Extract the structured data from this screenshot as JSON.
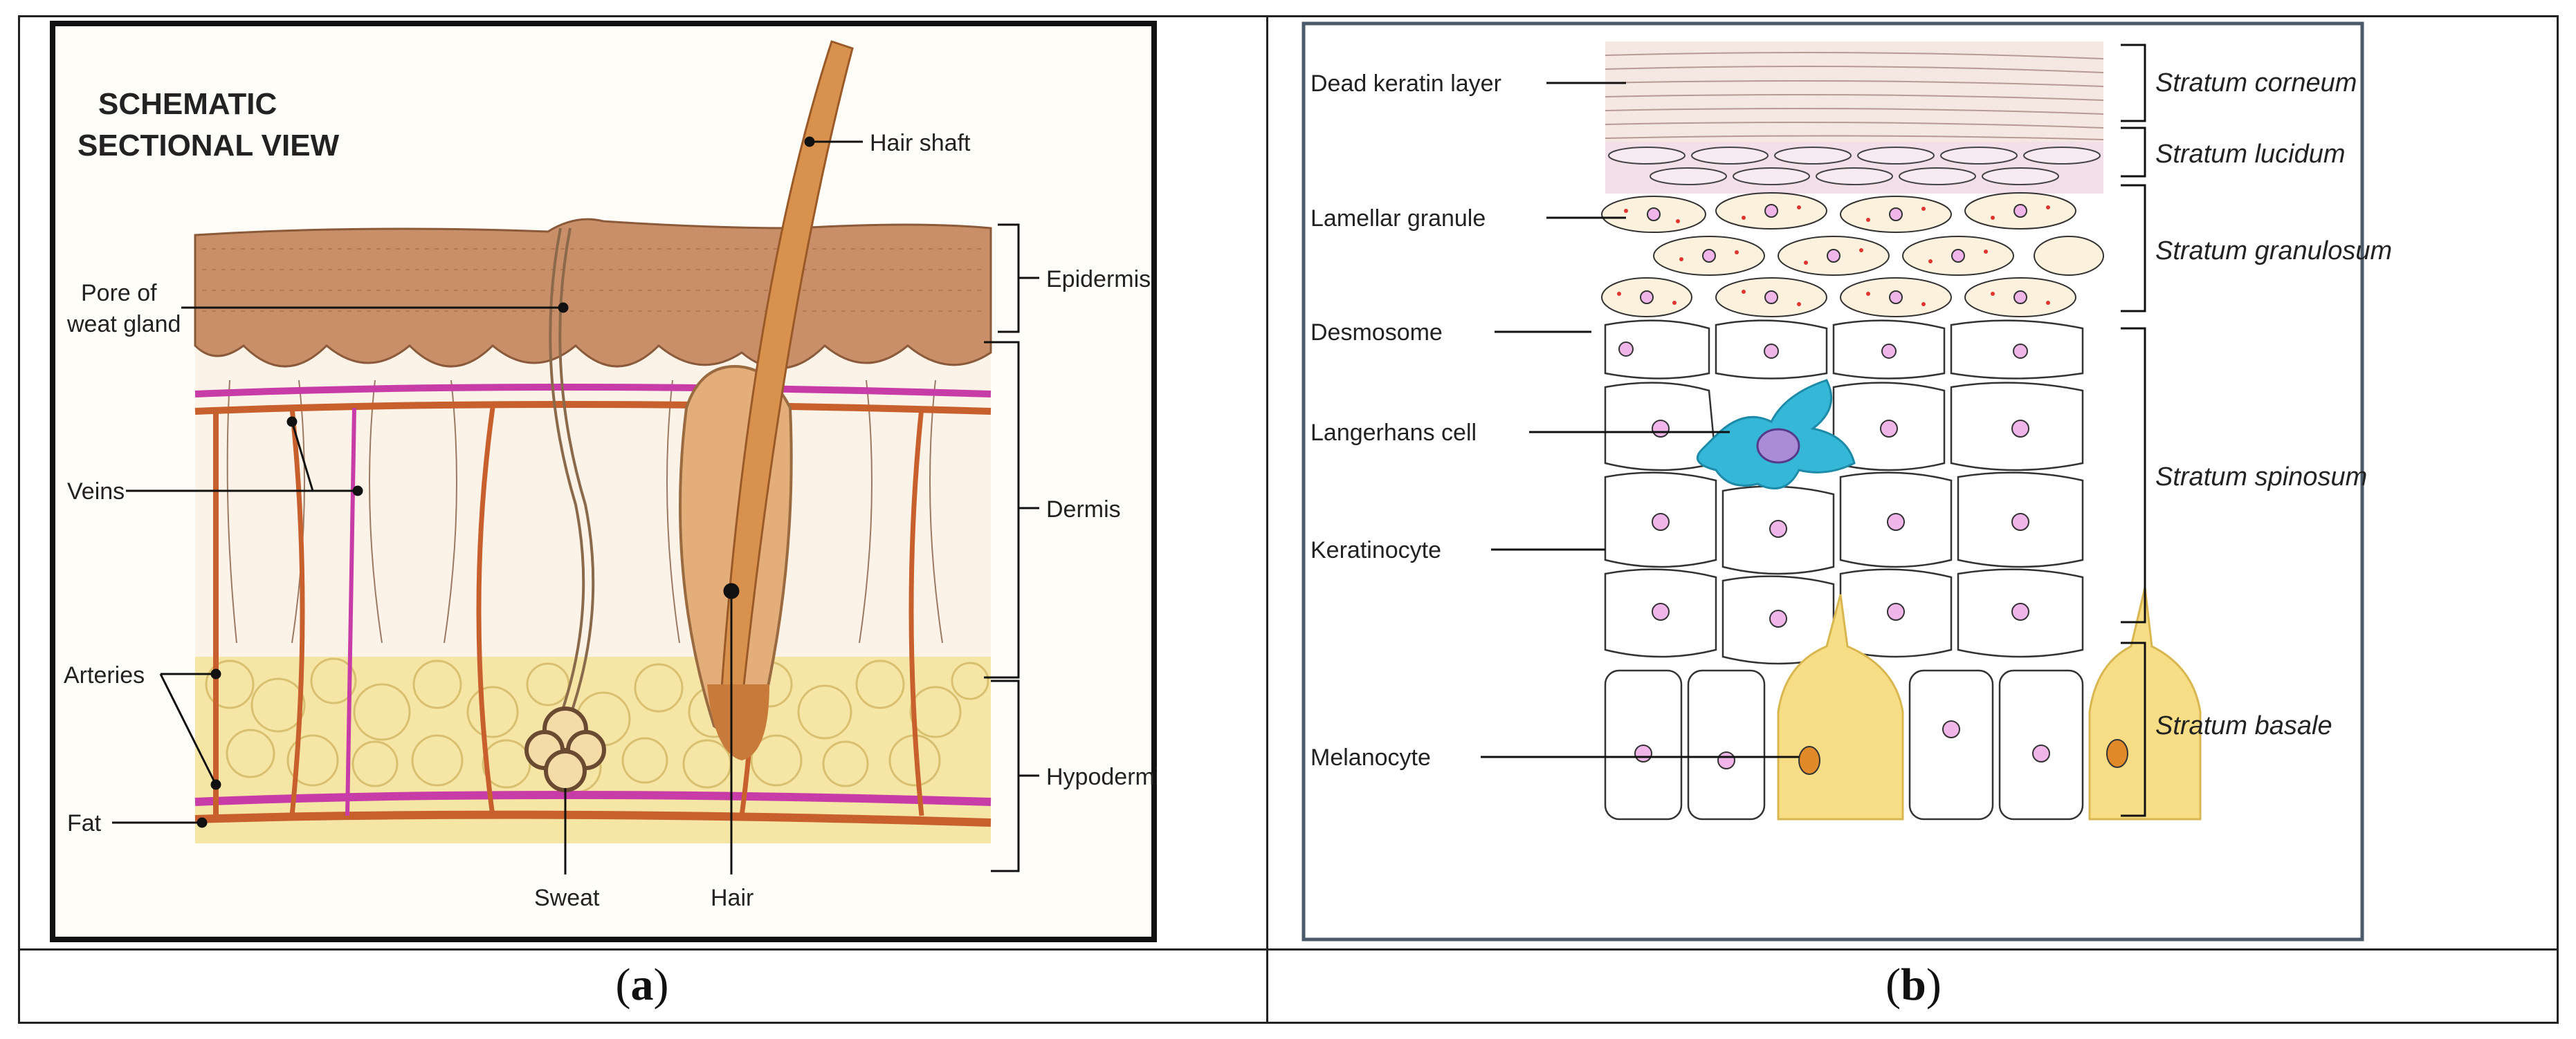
{
  "captions": {
    "a": "a",
    "b": "b"
  },
  "panel_a": {
    "title_line1": "SCHEMATIC",
    "title_line2": "SECTIONAL VIEW",
    "labels": {
      "hair_shaft": "Hair shaft",
      "pore_line1": "Pore of",
      "pore_line2": "weat gland",
      "epidermis": "Epidermis",
      "veins": "Veins",
      "dermis": "Dermis",
      "arteries": "Arteries",
      "hypodermis": "Hypodermis",
      "fat": "Fat",
      "sweat": "Sweat",
      "hair": "Hair"
    }
  },
  "panel_b": {
    "left_labels": {
      "dead_keratin": "Dead keratin layer",
      "lamellar": "Lamellar granule",
      "desmosome": "Desmosome",
      "langerhans": "Langerhans cell",
      "keratinocyte": "Keratinocyte",
      "melanocyte": "Melanocyte"
    },
    "layers": {
      "corneum": "Stratum corneum",
      "lucidum": "Stratum lucidum",
      "granulosum": "Stratum granulosum",
      "spinosum": "Stratum spinosum",
      "basale": "Stratum basale"
    }
  },
  "colors": {
    "epidermis": "#c98f68",
    "dermis_bg": "#fbf3e8",
    "fat": "#f6e6a6",
    "vessel_orange": "#c8602e",
    "vessel_pink": "#c83ca8",
    "hair": "#d9924e",
    "nucleus": "#f0b6ea",
    "langerhans": "#35b8d8",
    "melanocyte": "#f7dd86",
    "granule": "#e0352f"
  }
}
